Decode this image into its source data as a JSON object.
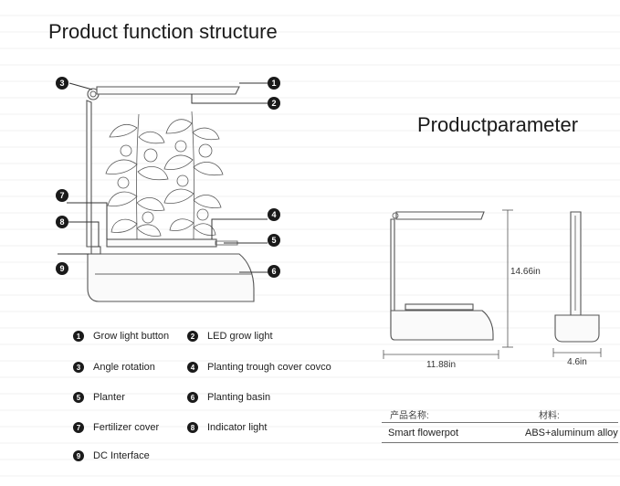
{
  "titles": {
    "function_structure": "Product function structure",
    "parameter": "Productparameter"
  },
  "callouts": [
    "1",
    "2",
    "3",
    "4",
    "5",
    "6",
    "7",
    "8",
    "9"
  ],
  "legend": [
    {
      "num": "1",
      "label": "Grow light button"
    },
    {
      "num": "2",
      "label": "LED grow light"
    },
    {
      "num": "3",
      "label": "Angle rotation"
    },
    {
      "num": "4",
      "label": "Planting trough cover covco"
    },
    {
      "num": "5",
      "label": "Planter"
    },
    {
      "num": "6",
      "label": "Planting basin"
    },
    {
      "num": "7",
      "label": "Fertilizer cover"
    },
    {
      "num": "8",
      "label": "Indicator light"
    },
    {
      "num": "9",
      "label": "DC Interface"
    }
  ],
  "dimensions": {
    "height": "14.66in",
    "width": "11.88in",
    "depth": "4.6in"
  },
  "parameters": {
    "name_header": "产品名称:",
    "material_header": "材料:",
    "name_value": "Smart flowerpot",
    "material_value": "ABS+aluminum alloy"
  },
  "colors": {
    "badge": "#1a1a1a",
    "line": "#333333"
  }
}
